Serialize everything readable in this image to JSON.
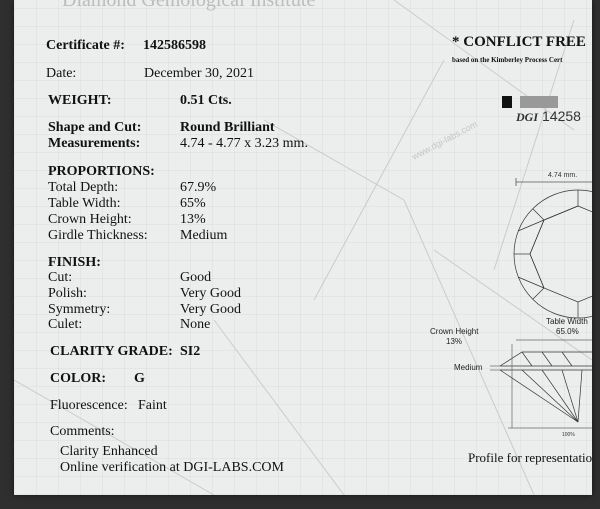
{
  "header": {
    "watermark_title": "Diamond Gemological Institute"
  },
  "certificate": {
    "label": "Certificate #:",
    "number": "142586598"
  },
  "date": {
    "label": "Date:",
    "value": "December 30, 2021"
  },
  "weight": {
    "label": "WEIGHT:",
    "value": "0.51 Cts."
  },
  "shape": {
    "label": "Shape and Cut:",
    "value": "Round Brilliant"
  },
  "measurements": {
    "label": "Measurements:",
    "value": "4.74 - 4.77 x 3.23 mm."
  },
  "proportions": {
    "heading": "PROPORTIONS:",
    "rows": [
      {
        "label": "Total Depth:",
        "value": "67.9%"
      },
      {
        "label": "Table Width:",
        "value": "65%"
      },
      {
        "label": "Crown Height:",
        "value": "13%"
      },
      {
        "label": "Girdle Thickness:",
        "value": "Medium"
      }
    ]
  },
  "finish": {
    "heading": "FINISH:",
    "rows": [
      {
        "label": "Cut:",
        "value": "Good"
      },
      {
        "label": "Polish:",
        "value": "Very Good"
      },
      {
        "label": "Symmetry:",
        "value": "Very Good"
      },
      {
        "label": "Culet:",
        "value": "None"
      }
    ]
  },
  "clarity": {
    "label": "CLARITY GRADE:",
    "value": "SI2"
  },
  "color": {
    "label": "COLOR:",
    "value": "G"
  },
  "fluorescence": {
    "label": "Fluorescence:",
    "value": "Faint"
  },
  "comments": {
    "label": "Comments:",
    "lines": [
      "Clarity Enhanced",
      "Online verification at DGI-LABS.COM"
    ]
  },
  "right": {
    "conflict_title": "* CONFLICT FREE",
    "conflict_sub": "based on the Kimberley Process Cert",
    "dgi_logo": "DGI",
    "dgi_number": "14258",
    "diagram_width": "4.74 mm.",
    "crown_height_label": "Crown Height",
    "crown_height_value": "13%",
    "table_width_label": "Table Width",
    "table_width_value": "65.0%",
    "girdle_label": "Medium",
    "depth_tiny": "100%",
    "profile_note": "Profile for representation p"
  },
  "watermark_url": "www.dgi-labs.com"
}
